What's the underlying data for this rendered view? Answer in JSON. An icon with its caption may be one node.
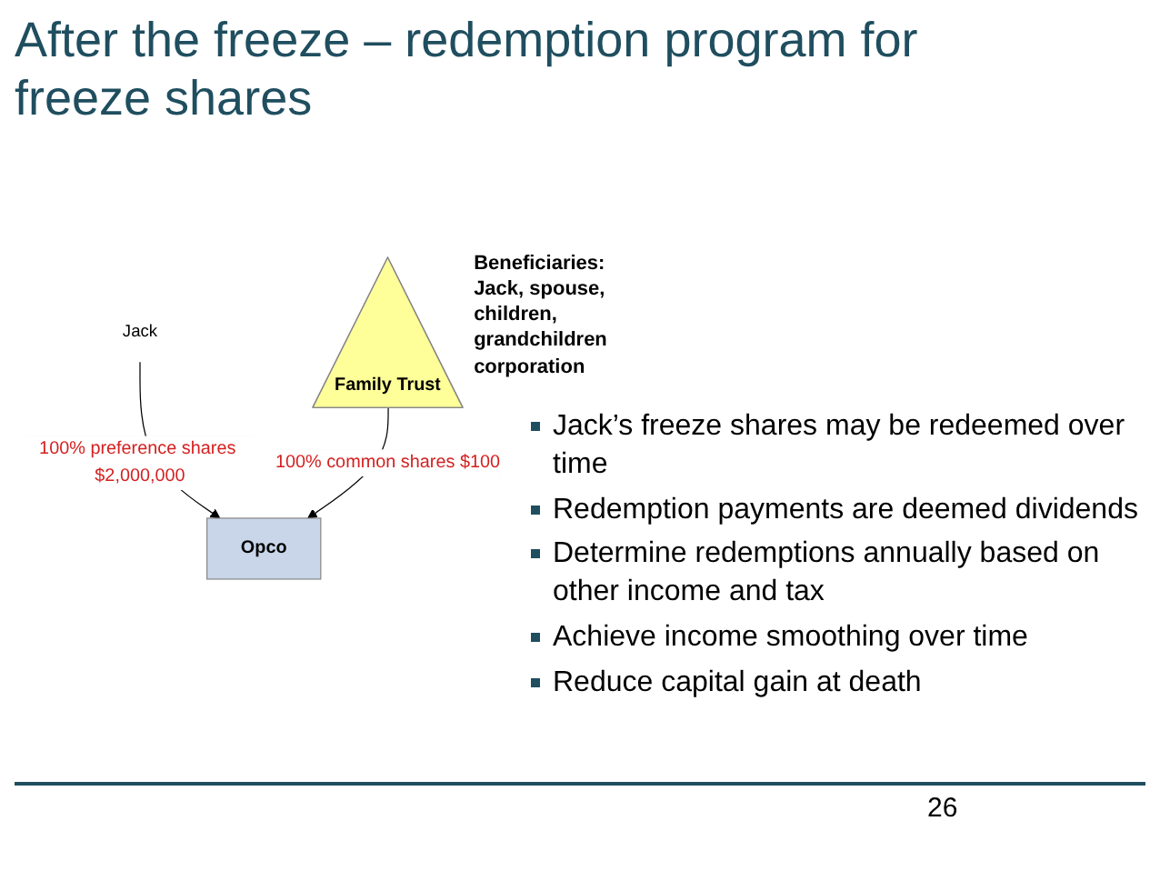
{
  "diagram": {
    "title": "After the freeze – redemption program for freeze shares",
    "nodes": [
      {
        "text": [
          "Jack"
        ]
      },
      {
        "text": [
          "Family Trust"
        ],
        "beside": [
          "Beneficiaries: Jack, spouse, children, grandchildren corporation"
        ]
      },
      {
        "text": [
          "Opco"
        ]
      }
    ],
    "edges": [
      {
        "from": 0,
        "to": 2,
        "arrow": "to",
        "label": "100% preference shares $2,000,000"
      },
      {
        "from": 1,
        "to": 2,
        "arrow": "to",
        "label": "100% common shares $100"
      }
    ],
    "labels": [
      "Jack’s freeze shares may be redeemed over time",
      "Redemption payments are deemed dividends",
      "Determine redemptions annually based on other income and tax",
      "Achieve income smoothing over time",
      "Reduce capital gain at death",
      "26"
    ]
  }
}
